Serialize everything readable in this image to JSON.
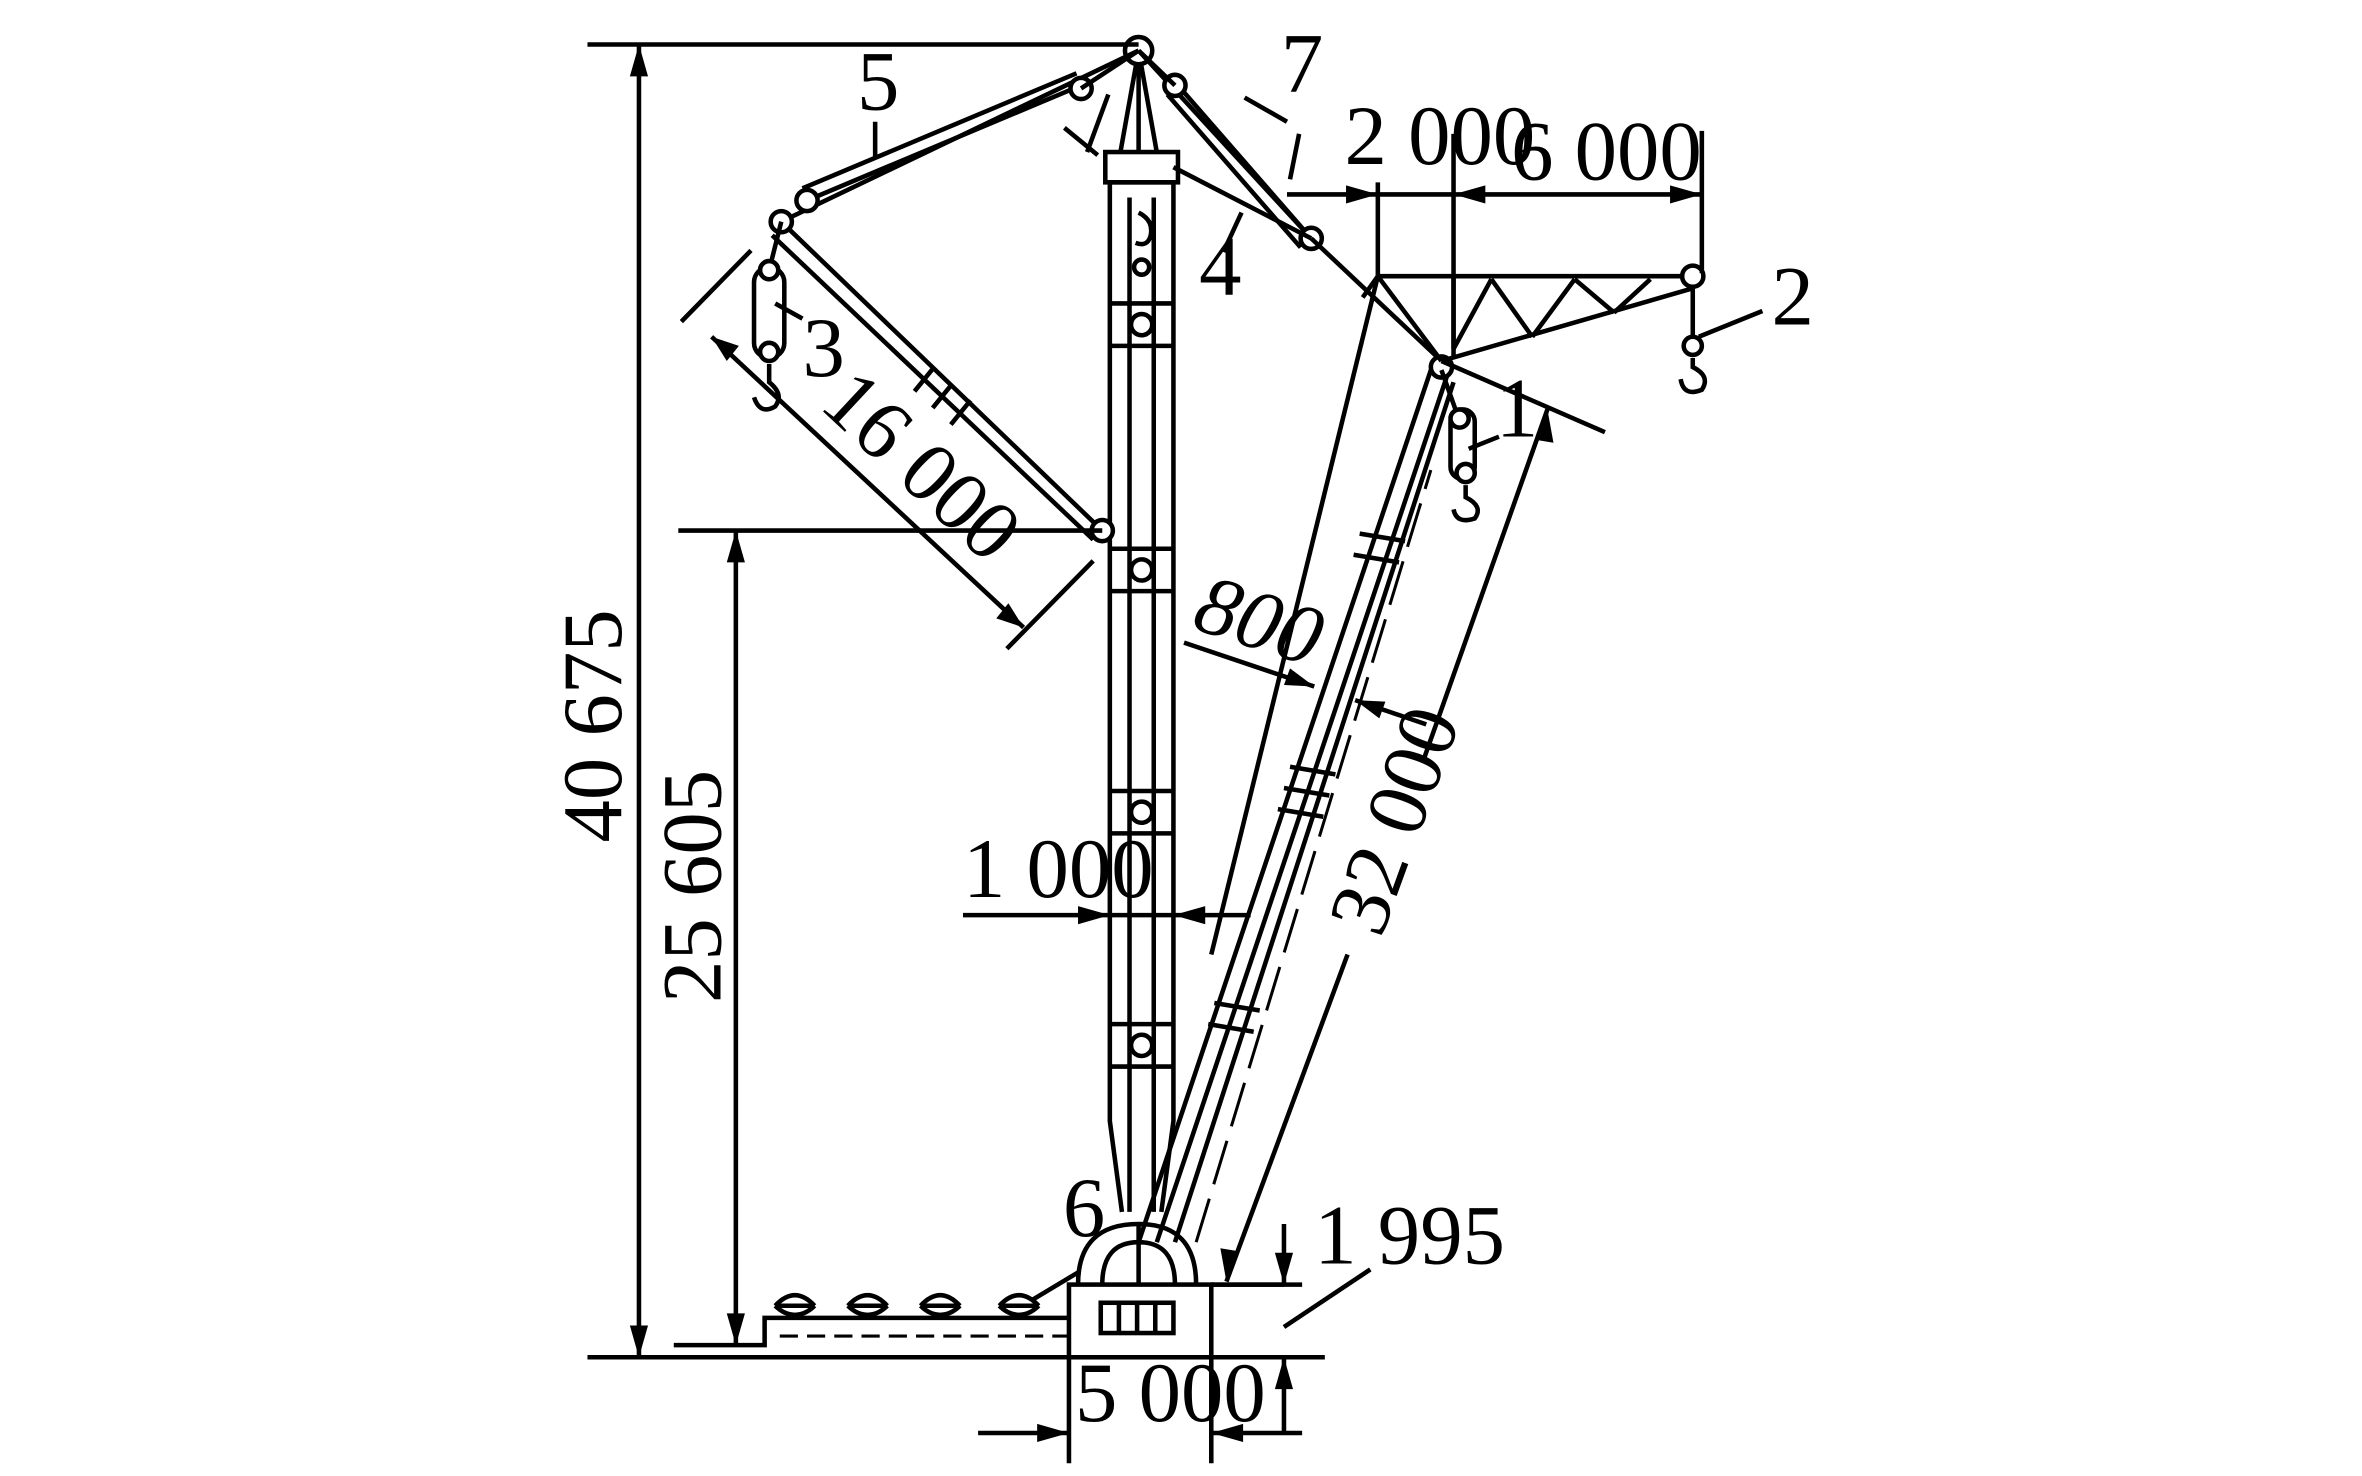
{
  "dimensions": {
    "total_height": "40 675",
    "pin_height": "25 605",
    "mast_width": "1 000",
    "boom_length": "32 000",
    "back_arm_length": "16 000",
    "boom_width": "800",
    "jib_offset": "2 000",
    "jib_length": "6 000",
    "base_height": "1 995",
    "base_width": "5 000"
  },
  "labels": {
    "part_1": "1",
    "part_2": "2",
    "part_3": "3",
    "part_4": "4",
    "part_5": "5",
    "part_6": "6",
    "part_7": "7"
  },
  "colors": {
    "line": "#000000",
    "background": "#ffffff"
  }
}
